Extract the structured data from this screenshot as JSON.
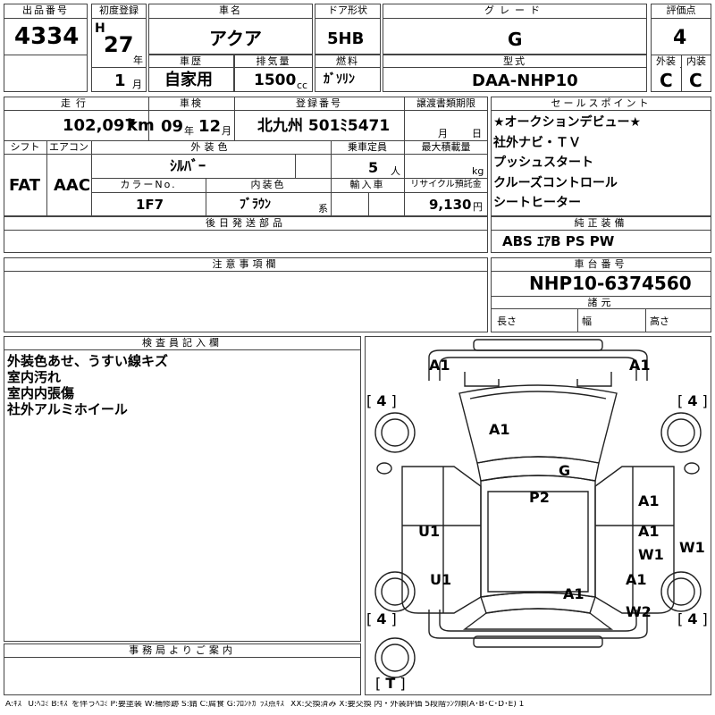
{
  "header": {
    "lot_label": "出品番号",
    "lot": "4334",
    "reg_label": "初度登録",
    "era": "H",
    "year": "27",
    "year_unit": "年",
    "month": "1",
    "month_unit": "月",
    "name_label": "車名",
    "name": "アクア",
    "door_label": "ドア形状",
    "door": "5HB",
    "grade_label": "グレード",
    "grade": "G",
    "score_label": "評価点",
    "score": "4",
    "history_label": "車歴",
    "history": "自家用",
    "disp_label": "排気量",
    "disp": "1500",
    "disp_unit": "cc",
    "fuel_label": "燃料",
    "fuel": "ｶﾞｿﾘﾝ",
    "model_label": "型式",
    "model": "DAA-NHP10",
    "ext_label": "外装",
    "ext": "C",
    "int_label": "内装",
    "int": "C"
  },
  "row2": {
    "mileage_label": "走行",
    "mileage": "102,097",
    "mileage_unit": "km",
    "inspection_label": "車検",
    "insp_year": "09",
    "insp_year_unit": "年",
    "insp_month": "12",
    "insp_month_unit": "月",
    "plate_label": "登録番号",
    "plate": "北九州 501ﾐ5471",
    "transfer_label": "譲渡書類期限",
    "transfer_month": "月",
    "transfer_day": "日",
    "shift_label": "シフト",
    "shift": "FAT",
    "ac_label": "エアコン",
    "ac": "AAC",
    "color_label": "外装色",
    "color": "ｼﾙﾊﾞｰ",
    "capacity_label": "乗車定員",
    "capacity": "5",
    "capacity_unit": "人",
    "load_label": "最大積載量",
    "load_unit": "kg",
    "colorno_label": "カラーNo.",
    "colorno": "1F7",
    "interior_label": "内装色",
    "interior": "ﾌﾞﾗｳﾝ",
    "interior_unit": "系",
    "import_label": "輸入車",
    "recycle_label": "リサイクル預託金",
    "recycle": "9,130",
    "recycle_unit": "円"
  },
  "sales": {
    "label": "セールスポイント",
    "items": [
      "★オークションデビュー★",
      "社外ナビ・ＴＶ",
      "プッシュスタート",
      "クルーズコントロール",
      "シートヒーター"
    ]
  },
  "later_label": "後日発送部品",
  "equip": {
    "label": "純正装備",
    "value": "ABS ｴｱB PS PW"
  },
  "notes_label": "注意事項欄",
  "chassis": {
    "label": "車台番号",
    "value": "NHP10-6374560",
    "dims_label": "諸元",
    "length": "長さ",
    "width": "幅",
    "height": "高さ"
  },
  "inspector": {
    "label": "検査員記入欄",
    "lines": [
      "外装色あせ、うすい線キズ",
      "室内汚れ",
      "室内内張傷",
      "社外アルミホイール"
    ]
  },
  "office_label": "事務局よりご案内",
  "diagram": {
    "marks": {
      "fl": "A1",
      "fr": "A1",
      "hood": "A1",
      "glass": "G",
      "roof": "P2",
      "rdoor1": "A1",
      "rdoor2": "A1",
      "rdoor3": "W1",
      "rfar": "W1",
      "ldoor1": "U1",
      "ldoor2": "U1",
      "rr1": "A1",
      "rr2": "W2",
      "trunk": "A1"
    },
    "tires": {
      "fl": "4",
      "fr": "4",
      "rl": "4",
      "rr": "4",
      "spare": "T"
    }
  },
  "legend": "A:ｷｽﾞ U:ﾍｺﾐ B:ｷｽﾞを伴うﾍｺﾐ P:要塗装 W:補修跡 S:錆 C:腐食 G:ﾌﾛﾝﾄｶﾞﾗｽ点ｷｽﾞ XX:交換済み X:要交換 内・外装評価 5段階ﾗﾝｸ順(A･B･C･D･E) 1"
}
